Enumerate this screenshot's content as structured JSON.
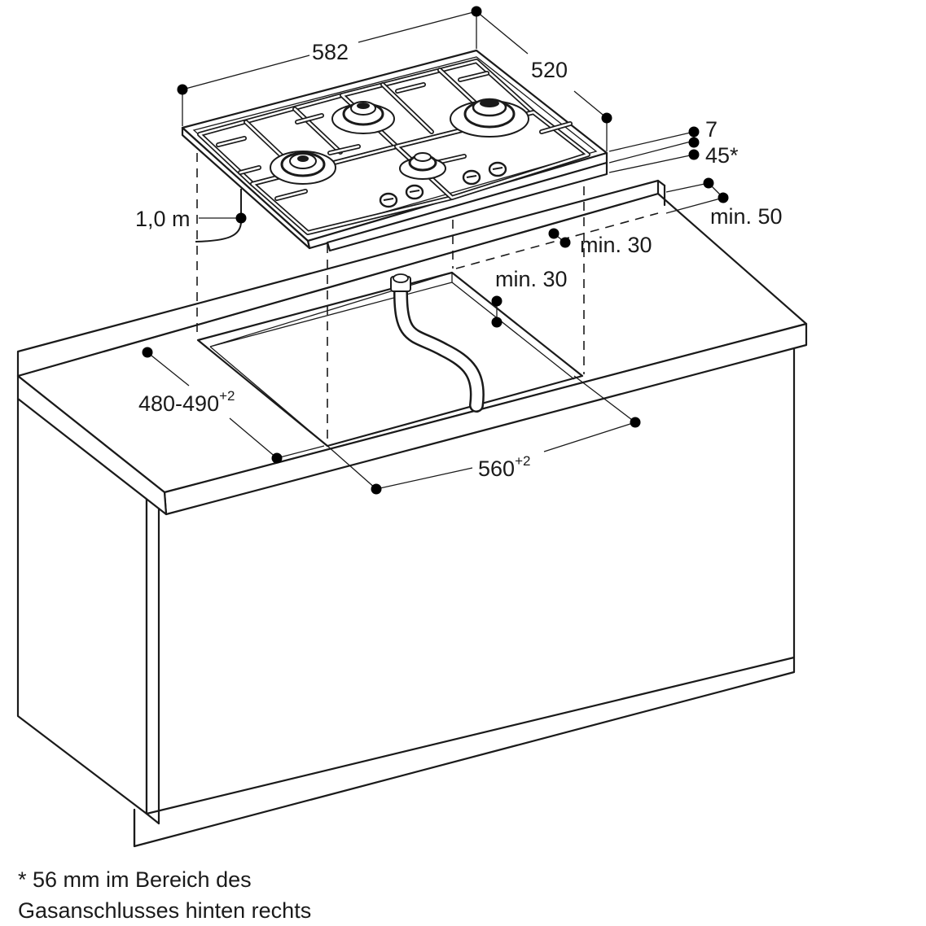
{
  "dimensions": {
    "hob_width": "582",
    "hob_depth": "520",
    "hob_thickness": "7",
    "hob_height_below": "45*",
    "distance_wall": "min. 50",
    "distance_back_edge": "min. 30",
    "distance_cutout_back": "min. 30",
    "cable_length": "1,0 m",
    "cutout_depth": {
      "base": "480-490",
      "tolerance": "+2"
    },
    "cutout_width": {
      "base": "560",
      "tolerance": "+2"
    }
  },
  "footnote": {
    "line1": "* 56 mm im Bereich des",
    "line2": "Gasanschlusses hinten rechts"
  }
}
